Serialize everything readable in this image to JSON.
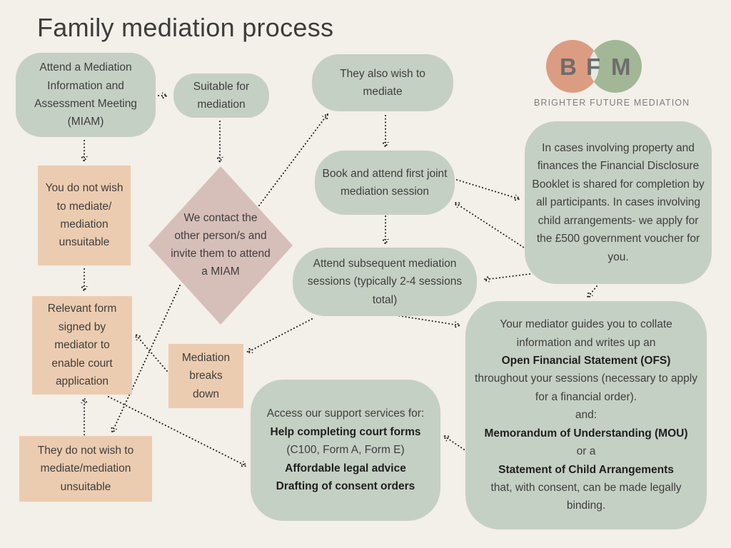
{
  "title": "Family mediation process",
  "logo": {
    "letters": [
      "B",
      "F",
      "M"
    ],
    "caption": "BRIGHTER FUTURE MEDIATION",
    "left_circle_color": "#db9c82",
    "right_circle_color": "#a2b796",
    "overlap_color": "#e5eae2"
  },
  "colors": {
    "background": "#f3efe9",
    "green_box": "#c5d0c4",
    "tan_box": "#ecccb0",
    "diamond": "#d7bfb9",
    "text": "#3e3e3e",
    "arrow": "#1c1c1c"
  },
  "nodes": {
    "miam": {
      "text": "Attend a Mediation Information and Assessment Meeting (MIAM)"
    },
    "suitable": {
      "text": "Suitable for mediation"
    },
    "you_do_not_wish": {
      "text": "You do not wish to mediate/ mediation unsuitable"
    },
    "contact_other": {
      "text": "We contact the other person/s and invite them to attend a MIAM"
    },
    "they_also_wish": {
      "text": "They also wish to mediate"
    },
    "book_first": {
      "text": "Book and attend first joint mediation session"
    },
    "financial_disclosure": {
      "text": "In cases involving property and finances the Financial Disclosure Booklet is shared for completion by all participants. In cases involving child arrangements- we apply for the £500 government voucher for you."
    },
    "attend_subsequent": {
      "text": "Attend subsequent mediation sessions (typically 2-4 sessions total)"
    },
    "relevant_form": {
      "text": "Relevant form signed by mediator to enable court application"
    },
    "mediation_breaks_down": {
      "text": "Mediation breaks down"
    },
    "they_do_not_wish": {
      "text": "They do not wish to mediate/mediation unsuitable"
    },
    "support_services": {
      "segments": [
        {
          "text": "Access our support services for:",
          "bold": false
        },
        {
          "text": "Help completing court forms",
          "bold": true
        },
        {
          "text": " (C100, Form A, Form E)",
          "bold": false
        },
        {
          "text": "Affordable legal advice",
          "bold": true
        },
        {
          "text": "Drafting of consent orders",
          "bold": true
        }
      ]
    },
    "mediator_writes_up": {
      "segments": [
        {
          "text": "Your mediator guides you to collate information and writes up an",
          "bold": false
        },
        {
          "text": "Open Financial Statement (OFS)",
          "bold": true
        },
        {
          "text": "throughout your sessions (necessary to apply for a financial order).",
          "bold": false
        },
        {
          "text": "and:",
          "bold": false
        },
        {
          "text": "Memorandum of Understanding (MOU)",
          "bold": true
        },
        {
          "text": "or a",
          "bold": false
        },
        {
          "text": "Statement of Child Arrangements",
          "bold": true
        },
        {
          "text": "that, with consent, can be made legally binding.",
          "bold": false
        }
      ]
    }
  }
}
